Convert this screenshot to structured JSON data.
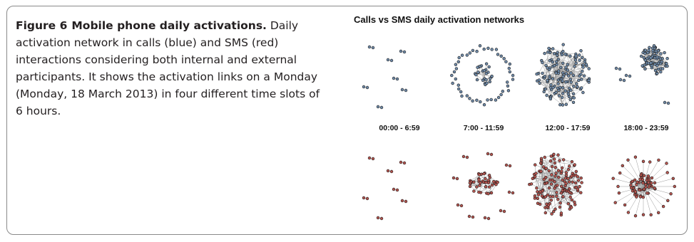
{
  "caption": {
    "label": "Figure 6",
    "heading": "Mobile phone daily activations.",
    "body": "Daily activation network in calls (blue) and SMS (red) interactions considering both internal and external participants. It shows the activation links on a Monday (Monday, 18 March 2013) in four different time slots of 6 hours."
  },
  "figure": {
    "title": "Calls vs SMS daily activation networks",
    "time_slots": [
      "00:00 - 6:59",
      "7:00 - 11:59",
      "12:00 - 17:59",
      "18:00 - 23:59"
    ],
    "colors": {
      "calls_node": "#6f8aa8",
      "sms_node": "#b5554f",
      "node_stroke": "#1a1a1a",
      "edge": "#9a9a9a"
    },
    "networks": {
      "calls": [
        "scattered",
        "ring-with-core",
        "dense-cluster",
        "compact-cluster"
      ],
      "sms": [
        "scattered",
        "clustered",
        "dense-cluster",
        "hub-and-spoke"
      ]
    }
  }
}
